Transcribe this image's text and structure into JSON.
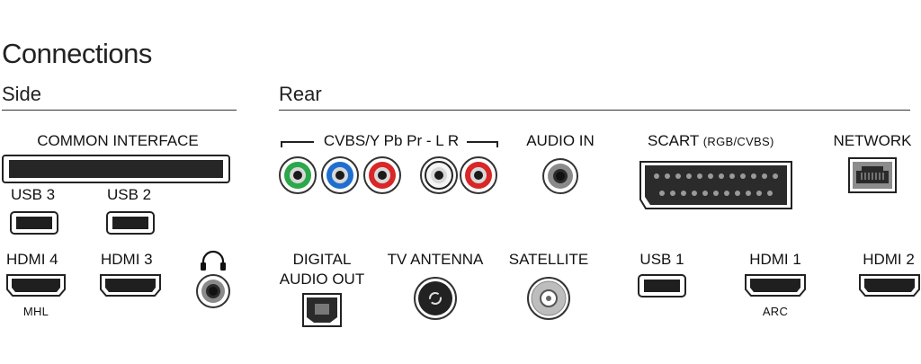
{
  "title": "Connections",
  "sections": {
    "side": "Side",
    "rear": "Rear"
  },
  "side": {
    "common_interface": "COMMON INTERFACE",
    "usb3": "USB 3",
    "usb2": "USB 2",
    "hdmi4": "HDMI 4",
    "hdmi4_sub": "MHL",
    "hdmi3": "HDMI 3",
    "headphone_icon": "headphones-icon"
  },
  "rear": {
    "cvbs_group": "CVBS/Y Pb Pr - L R",
    "audio_in": "AUDIO IN",
    "scart": "SCART",
    "scart_sub": "(RGB/CVBS)",
    "network": "NETWORK",
    "digital_audio_out_line1": "DIGITAL",
    "digital_audio_out_line2": "AUDIO OUT",
    "tv_antenna": "TV ANTENNA",
    "satellite": "SATELLITE",
    "usb1": "USB 1",
    "hdmi1": "HDMI 1",
    "hdmi1_sub": "ARC",
    "hdmi2": "HDMI 2"
  },
  "colors": {
    "rca_green": "#2aa84a",
    "rca_blue": "#1f6fd1",
    "rca_red": "#d92626",
    "rca_white": "#f4f4f4"
  }
}
